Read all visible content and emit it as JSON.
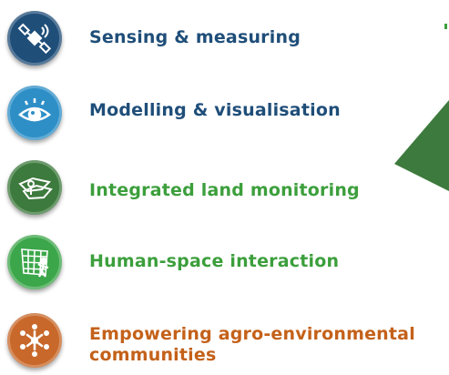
{
  "items": [
    {
      "label": "Sensing & measuring",
      "color": "#1f4e79",
      "badge": "#1f4e79",
      "icon": "satellite-icon"
    },
    {
      "label": "Modelling & visualisation",
      "color": "#1f4e79",
      "badge": "#2e8fc7",
      "icon": "eye-icon"
    },
    {
      "label": "Integrated land monitoring",
      "color": "#3c9f3c",
      "badge": "#3d7a3d",
      "icon": "map-layers-icon"
    },
    {
      "label": "Human-space interaction",
      "color": "#3c9f3c",
      "badge": "#3ca64a",
      "icon": "grid-person-icon"
    },
    {
      "label": "Empowering agro-environmental",
      "label2": "communities",
      "color": "#c4611a",
      "badge": "#c8682a",
      "icon": "community-icon"
    }
  ],
  "accent_green": "#3d7a3d"
}
